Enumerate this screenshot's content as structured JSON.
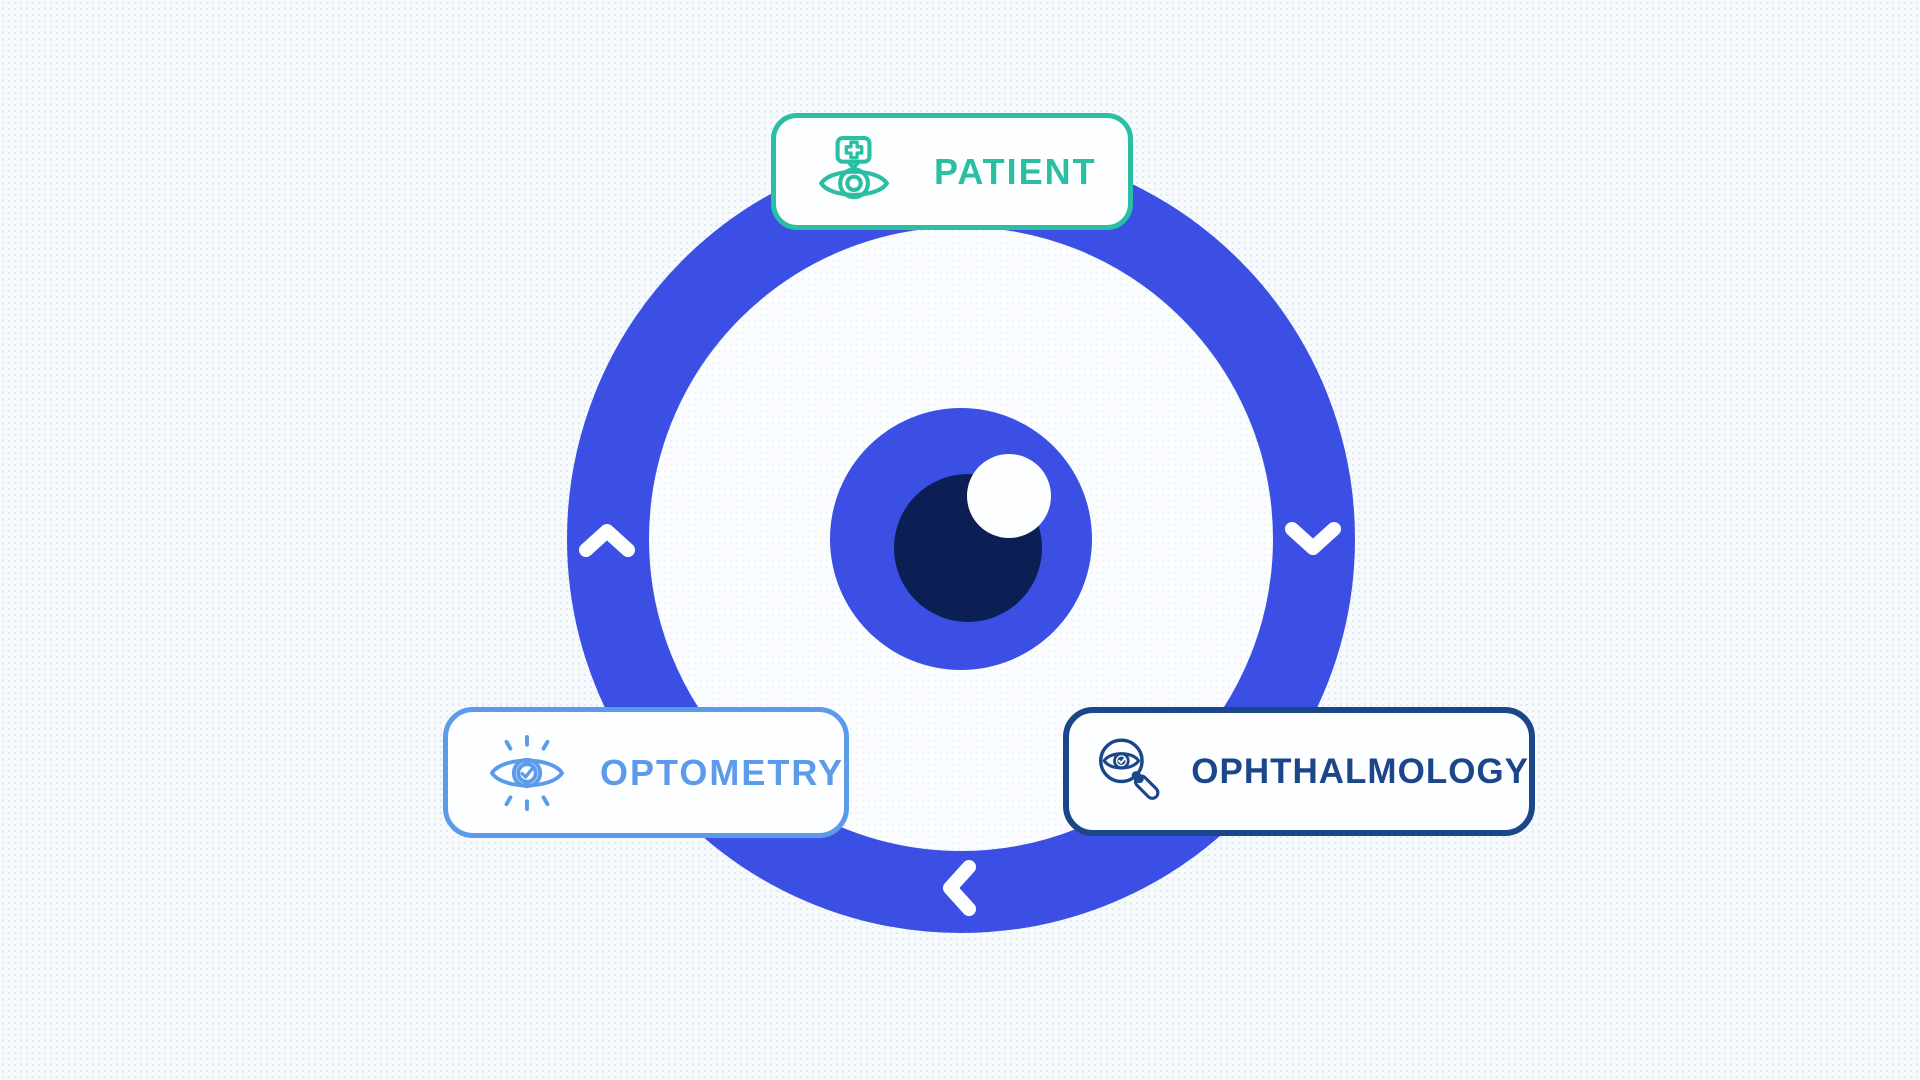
{
  "scene": {
    "background_color": "#F7FAFD",
    "ring_color": "#3C4FE5",
    "pupil_color": "#0C1F55",
    "eye_highlight_color": "#FCFDFF",
    "arrows": {
      "left_side": "chevron-up",
      "right_side": "chevron-down",
      "bottom": "chevron-left"
    }
  },
  "badges": {
    "patient": {
      "label": "PATIENT",
      "accent_color": "#2ABFA3",
      "icon": "eye-medical-cross-icon"
    },
    "optometry": {
      "label": "OPTOMETRY",
      "accent_color": "#5B9BEA",
      "icon": "eye-checkmark-icon"
    },
    "ophthalmology": {
      "label": "OPHTHALMOLOGY",
      "accent_color": "#1C468A",
      "icon": "magnifier-eye-icon"
    }
  }
}
